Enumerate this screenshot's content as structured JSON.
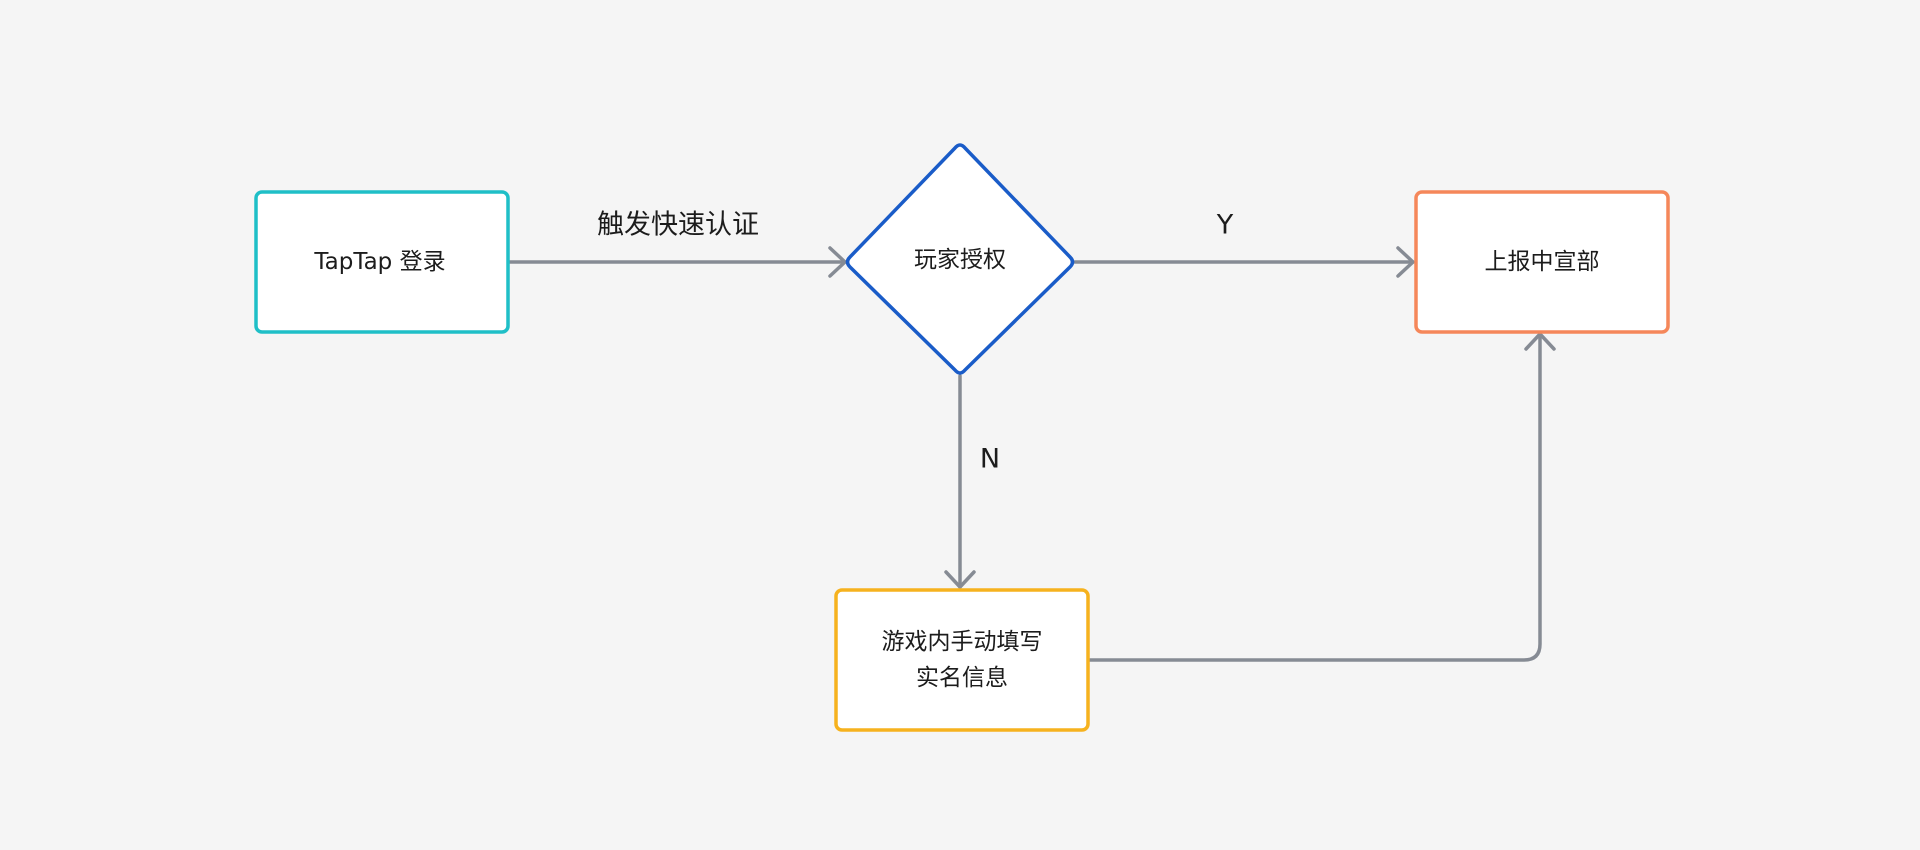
{
  "nodes": {
    "taptap_login": {
      "label": "TapTap 登录",
      "border_color": "#1fbfc7"
    },
    "player_authorize": {
      "label": "玩家授权",
      "border_color": "#1a5cc8"
    },
    "report_to_authority": {
      "label": "上报中宣部",
      "border_color": "#f5875a"
    },
    "manual_fill": {
      "line1": "游戏内手动填写",
      "line2": "实名信息",
      "border_color": "#f6b21e"
    }
  },
  "edges": {
    "trigger_label": "触发快速认证",
    "yes_label": "Y",
    "no_label": "N"
  },
  "colors": {
    "background": "#f5f5f5",
    "connector": "#868b94",
    "node_fill": "#ffffff",
    "text": "#1c1c1c"
  }
}
